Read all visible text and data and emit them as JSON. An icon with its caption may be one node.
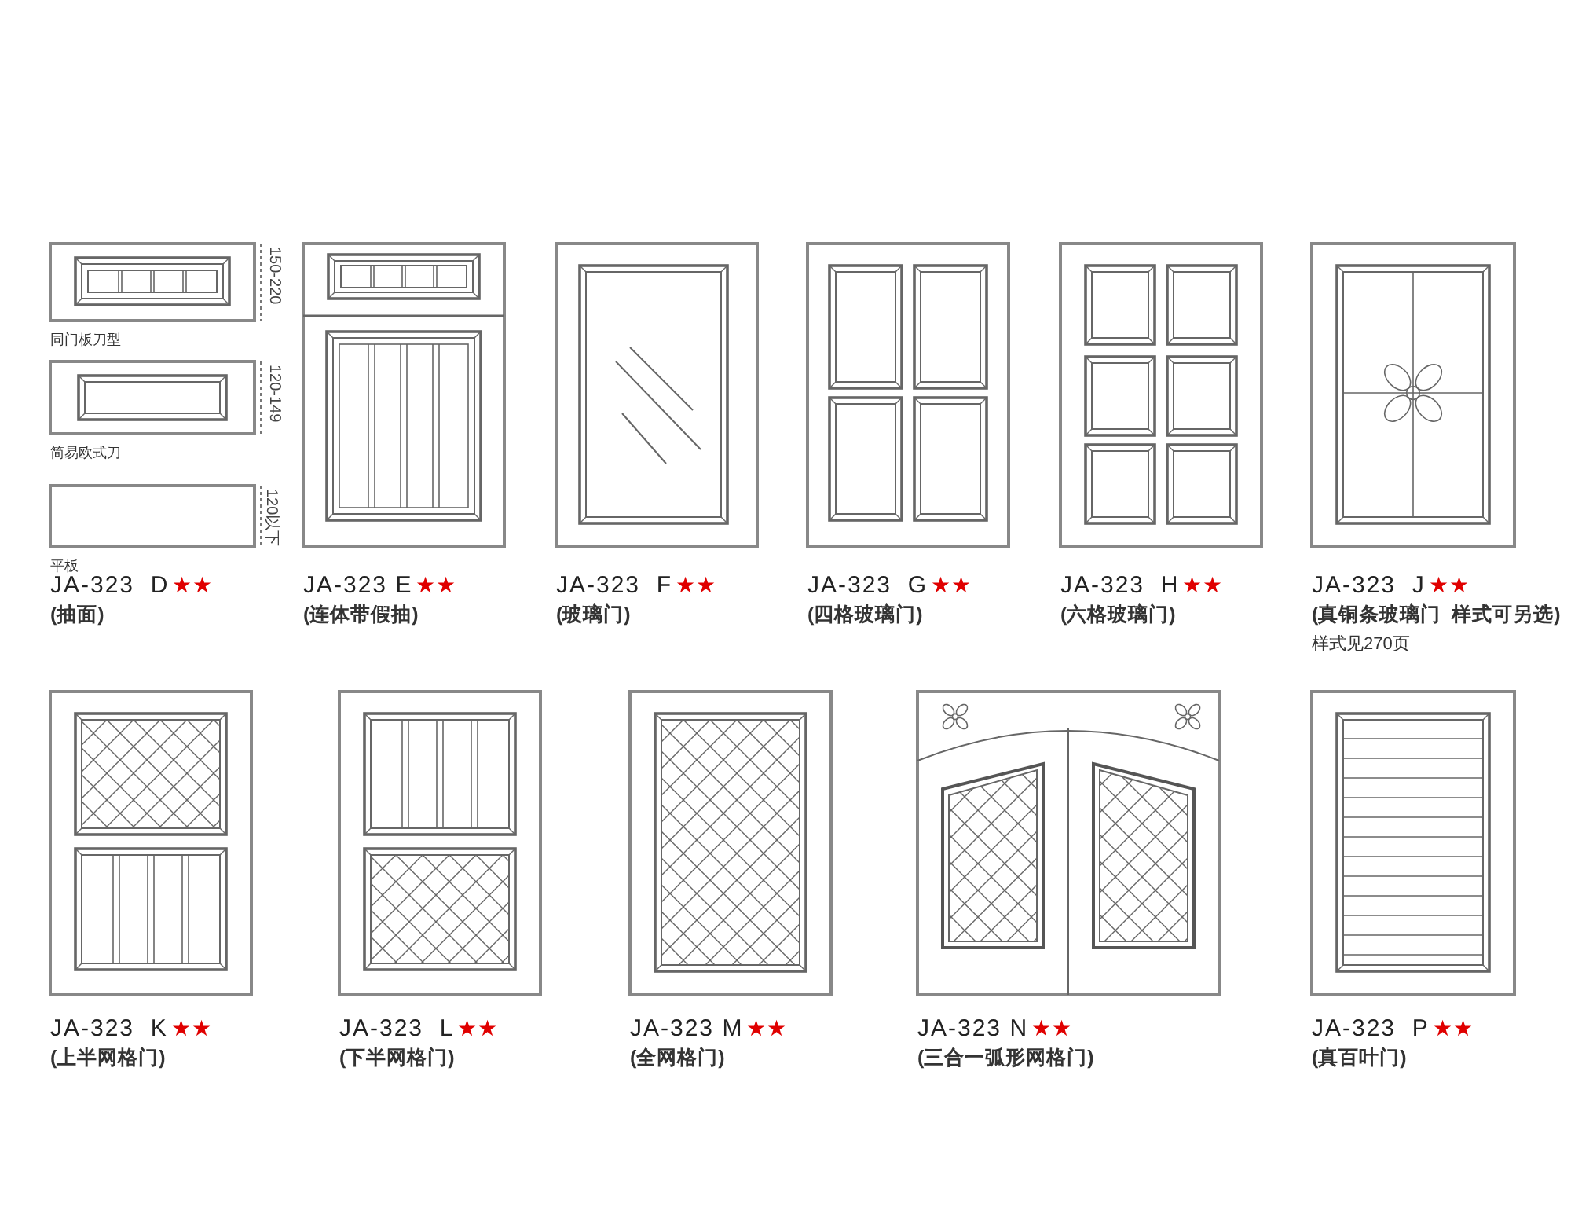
{
  "diagram": {
    "nodes": [
      {
        "text": [],
        "shape": "picture",
        "beside": [
          "同门板刀型"
        ]
      },
      {
        "text": [],
        "shape": "picture",
        "beside": [
          "简易欧式刀"
        ]
      },
      {
        "text": [],
        "shape": "box",
        "beside": [
          "平板"
        ]
      },
      {
        "text": [],
        "shape": "picture",
        "beside": [
          "JA-323 E",
          "★★",
          "(连体带假抽)"
        ]
      },
      {
        "text": [],
        "shape": "picture",
        "beside": [
          "JA-323  F",
          "★★",
          "(玻璃门)"
        ]
      },
      {
        "text": [],
        "shape": "picture",
        "beside": [
          "JA-323  G",
          "★★",
          "(四格玻璃门)"
        ]
      },
      {
        "text": [],
        "shape": "picture",
        "beside": [
          "JA-323  H",
          "★★",
          "(六格玻璃门)"
        ]
      },
      {
        "text": [],
        "shape": "picture",
        "beside": [
          "JA-323  J",
          "★★",
          "(真铜条玻璃门  样式可另选)",
          "样式见270页"
        ]
      },
      {
        "text": [],
        "shape": "picture",
        "beside": [
          "JA-323  K",
          "★★",
          "(上半网格门)"
        ]
      },
      {
        "text": [],
        "shape": "picture",
        "beside": [
          "JA-323  L",
          "★★",
          "(下半网格门)"
        ]
      },
      {
        "text": [],
        "shape": "picture",
        "beside": [
          "JA-323 M",
          "★★",
          "(全网格门)"
        ]
      },
      {
        "text": [],
        "shape": "picture",
        "beside": [
          "JA-323 N",
          "★★",
          "(三合一弧形网格门)"
        ]
      },
      {
        "text": [],
        "shape": "picture",
        "beside": [
          "JA-323  P",
          "★★",
          "(真百叶门)"
        ]
      }
    ],
    "labels": [
      "150-220",
      "120-149",
      "120以下",
      "JA-323  D",
      "★★",
      "(抽面)"
    ]
  }
}
